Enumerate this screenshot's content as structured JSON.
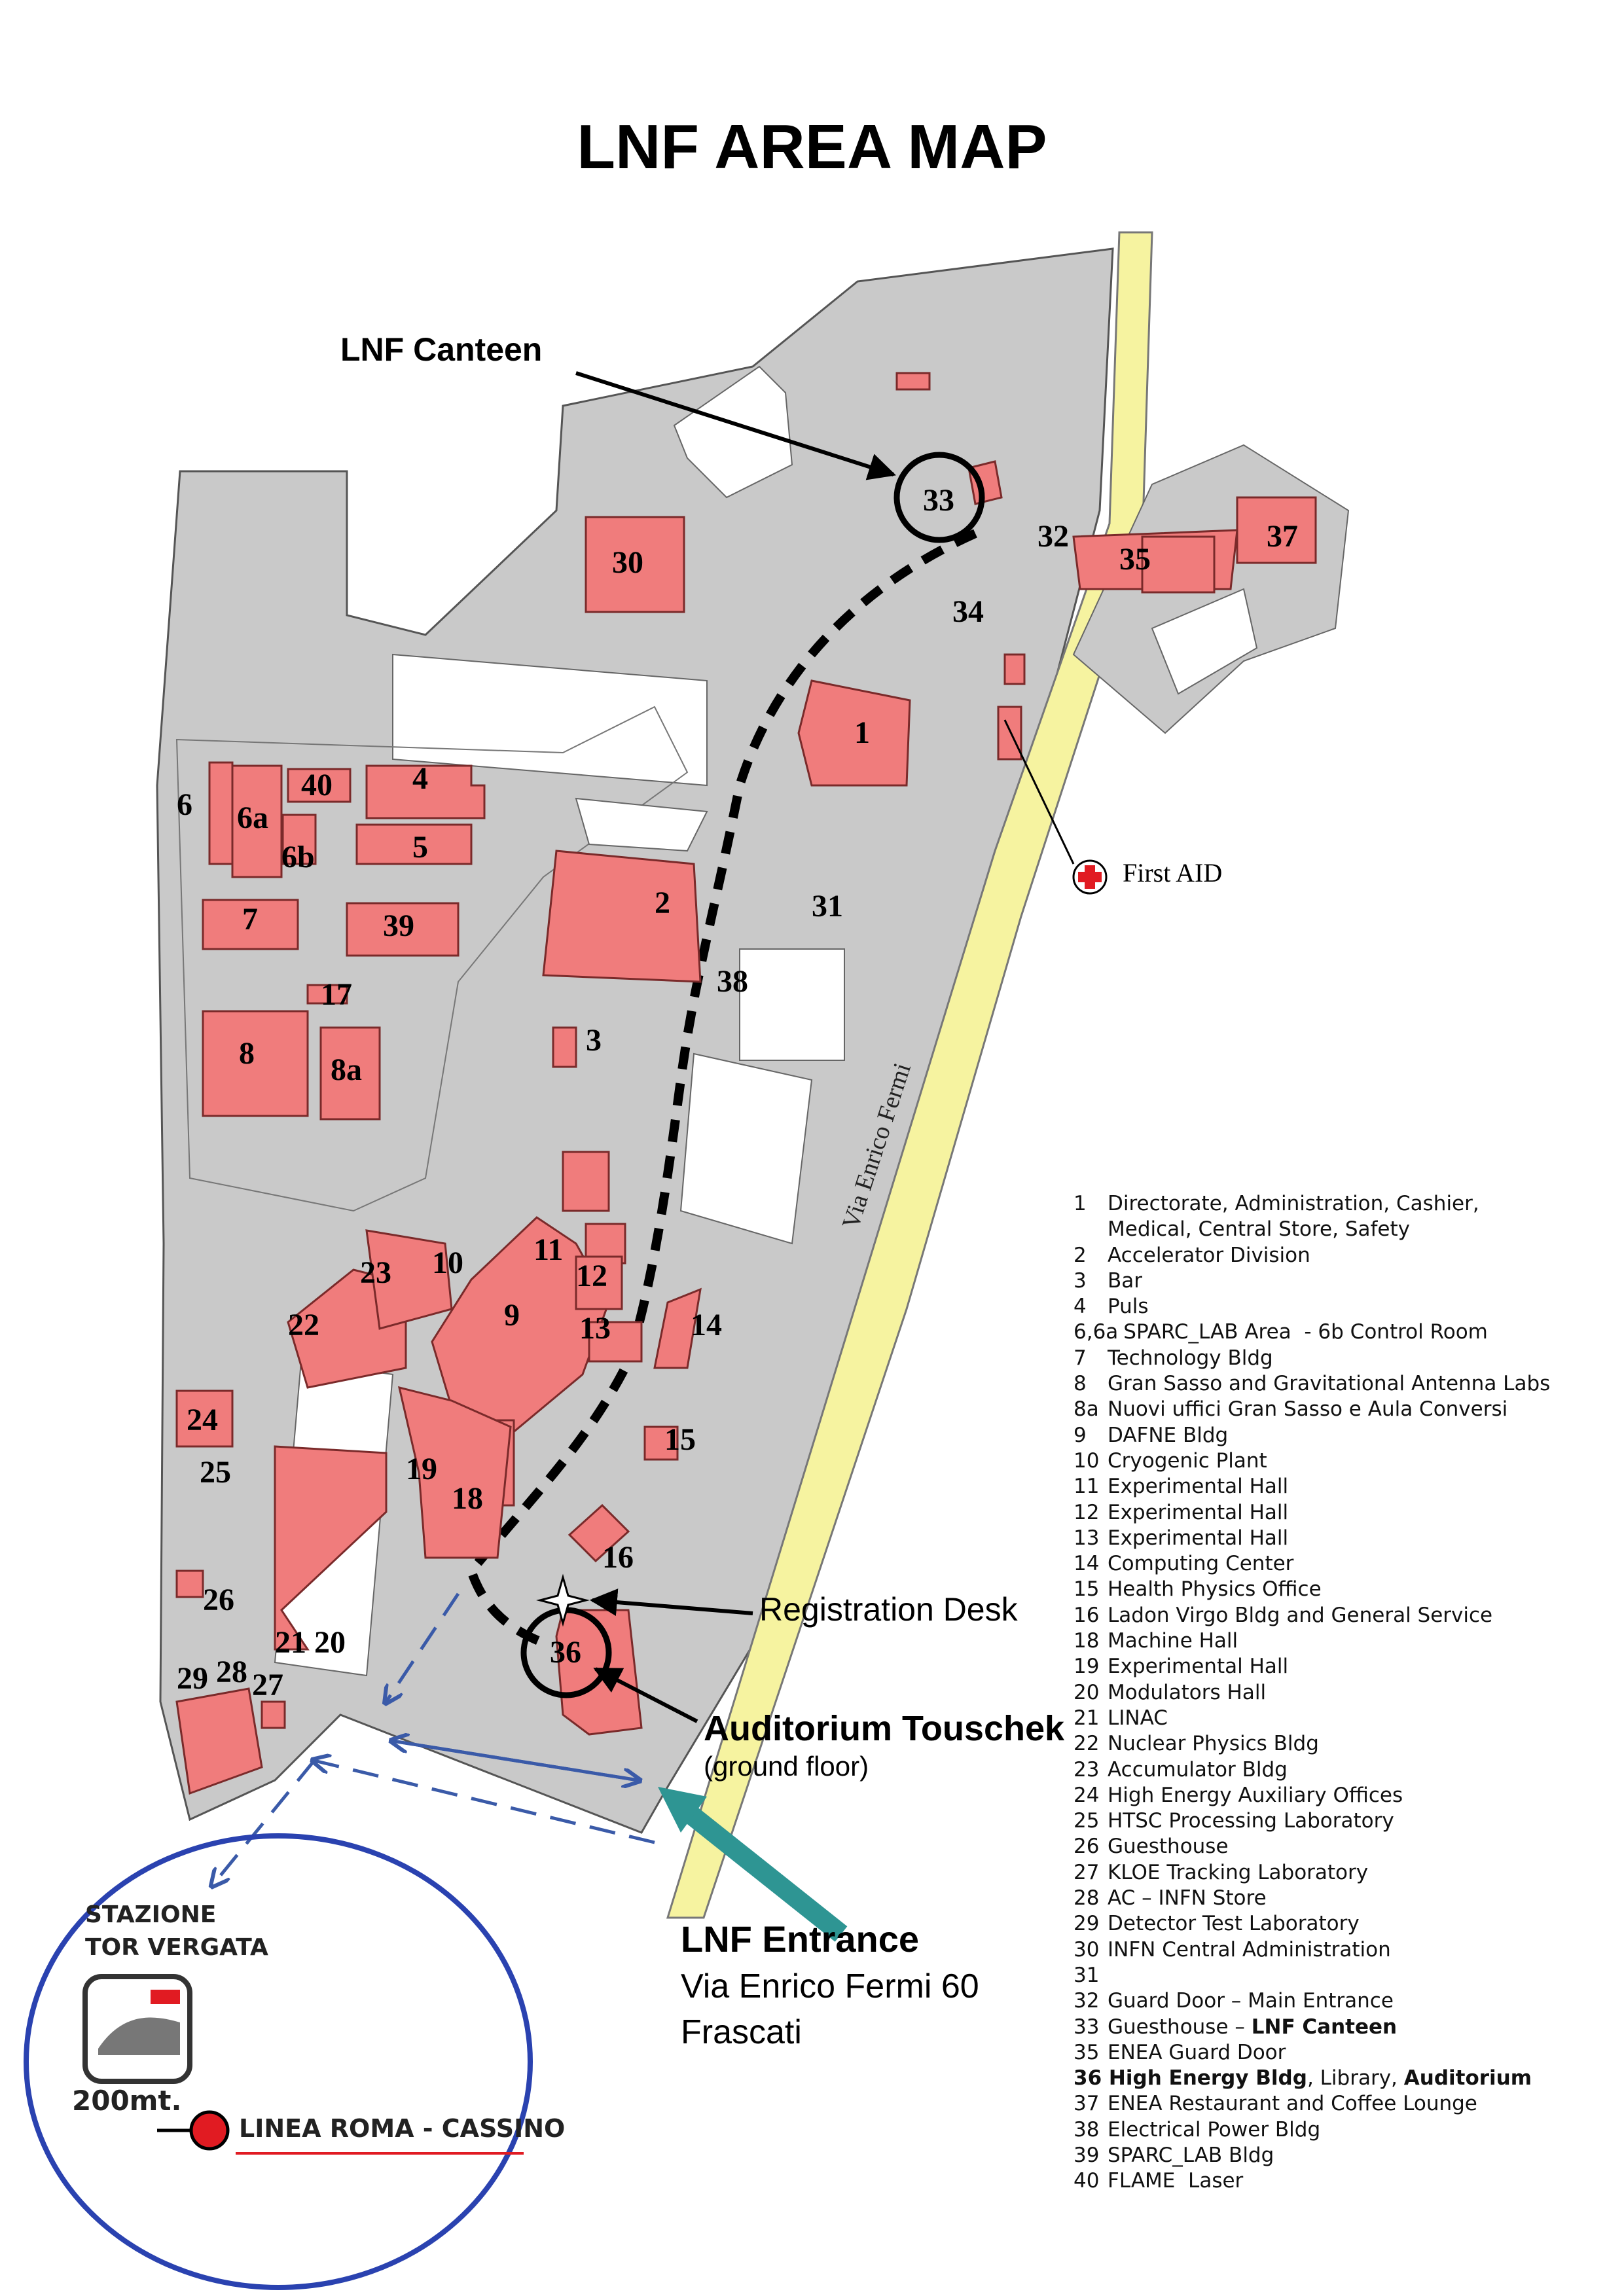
{
  "title": "LNF AREA MAP",
  "colors": {
    "building": "#f07c7c",
    "building_stroke": "#7a2a2a",
    "ground": "#c9c9c9",
    "road": "#f6f3a0",
    "circle": "#2a42b0",
    "entrance_arrow": "#2e9593",
    "walk_path": "#000000",
    "route_arrow": "#3a5aa8"
  },
  "callouts": {
    "canteen": "LNF Canteen",
    "registration": "Registration Desk",
    "auditorium": "Auditorium Touschek",
    "auditorium_sub": "(ground floor)",
    "entrance": "LNF Entrance",
    "entrance_addr1": "Via Enrico Fermi 60",
    "entrance_addr2": "Frascati",
    "first_aid": "First AID"
  },
  "road_label": "Via Enrico Fermi",
  "station": {
    "name1": "STAZIONE",
    "name2": "TOR VERGATA",
    "distance": "200mt.",
    "line": "LINEA ROMA - CASSINO"
  },
  "buildings": [
    {
      "num": "1",
      "label": "1"
    },
    {
      "num": "2",
      "label": "2"
    },
    {
      "num": "3",
      "label": "3"
    },
    {
      "num": "4",
      "label": "4"
    },
    {
      "num": "5",
      "label": "5"
    },
    {
      "num": "6",
      "label": "6"
    },
    {
      "num": "6a",
      "label": "6a"
    },
    {
      "num": "6b",
      "label": "6b"
    },
    {
      "num": "7",
      "label": "7"
    },
    {
      "num": "8",
      "label": "8"
    },
    {
      "num": "8a",
      "label": "8a"
    },
    {
      "num": "9",
      "label": "9"
    },
    {
      "num": "10",
      "label": "10"
    },
    {
      "num": "11",
      "label": "11"
    },
    {
      "num": "12",
      "label": "12"
    },
    {
      "num": "13",
      "label": "13"
    },
    {
      "num": "14",
      "label": "14"
    },
    {
      "num": "15",
      "label": "15"
    },
    {
      "num": "16",
      "label": "16"
    },
    {
      "num": "17",
      "label": "17"
    },
    {
      "num": "18",
      "label": "18"
    },
    {
      "num": "19",
      "label": "19"
    },
    {
      "num": "20",
      "label": "20"
    },
    {
      "num": "21",
      "label": "21"
    },
    {
      "num": "22",
      "label": "22"
    },
    {
      "num": "23",
      "label": "23"
    },
    {
      "num": "24",
      "label": "24"
    },
    {
      "num": "25",
      "label": "25"
    },
    {
      "num": "26",
      "label": "26"
    },
    {
      "num": "27",
      "label": "27"
    },
    {
      "num": "28",
      "label": "28"
    },
    {
      "num": "29",
      "label": "29"
    },
    {
      "num": "30",
      "label": "30"
    },
    {
      "num": "31",
      "label": "31"
    },
    {
      "num": "32",
      "label": "32"
    },
    {
      "num": "33",
      "label": "33"
    },
    {
      "num": "34",
      "label": "34"
    },
    {
      "num": "35",
      "label": "35"
    },
    {
      "num": "36",
      "label": "36"
    },
    {
      "num": "37",
      "label": "37"
    },
    {
      "num": "38",
      "label": "38"
    },
    {
      "num": "39",
      "label": "39"
    },
    {
      "num": "40",
      "label": "40"
    }
  ],
  "legend": [
    {
      "num": "1",
      "text": "Directorate, Administration, Cashier,"
    },
    {
      "num": "",
      "text": "Medical, Central Store, Safety",
      "indent": true
    },
    {
      "num": "2",
      "text": "Accelerator Division"
    },
    {
      "num": "3",
      "text": "Bar"
    },
    {
      "num": "4",
      "text": "Puls"
    },
    {
      "num": "6,6a",
      "text": "SPARC_LAB Area  - 6b Control Room",
      "wide": true
    },
    {
      "num": "7",
      "text": "Technology Bldg"
    },
    {
      "num": "8",
      "text": "Gran Sasso and Gravitational Antenna Labs"
    },
    {
      "num": "8a",
      "text": "Nuovi uffici Gran Sasso e Aula Conversi"
    },
    {
      "num": "9",
      "text": "DAFNE Bldg"
    },
    {
      "num": "10",
      "text": "Cryogenic Plant"
    },
    {
      "num": "11",
      "text": "Experimental Hall"
    },
    {
      "num": "12",
      "text": "Experimental Hall"
    },
    {
      "num": "13",
      "text": "Experimental Hall"
    },
    {
      "num": "14",
      "text": "Computing Center"
    },
    {
      "num": "15",
      "text": "Health Physics Office"
    },
    {
      "num": "16",
      "text": "Ladon Virgo Bldg and General Service"
    },
    {
      "num": "18",
      "text": "Machine Hall"
    },
    {
      "num": "19",
      "text": "Experimental Hall"
    },
    {
      "num": "20",
      "text": "Modulators Hall"
    },
    {
      "num": "21",
      "text": "LINAC"
    },
    {
      "num": "22",
      "text": "Nuclear Physics Bldg"
    },
    {
      "num": "23",
      "text": "Accumulator Bldg"
    },
    {
      "num": "24",
      "text": "High Energy Auxiliary Offices"
    },
    {
      "num": "25",
      "text": "HTSC Processing Laboratory"
    },
    {
      "num": "26",
      "text": "Guesthouse"
    },
    {
      "num": "27",
      "text": "KLOE Tracking Laboratory"
    },
    {
      "num": "28",
      "text": "AC – INFN Store"
    },
    {
      "num": "29",
      "text": "Detector Test Laboratory"
    },
    {
      "num": "30",
      "text": "INFN Central Administration"
    },
    {
      "num": "31",
      "text": ""
    },
    {
      "num": "32",
      "text": "Guard Door – Main Entrance"
    },
    {
      "num": "33",
      "text": "Guesthouse – ",
      "bold_tail": "LNF Canteen"
    },
    {
      "num": "35",
      "text": "ENEA Guard Door"
    },
    {
      "num": "36",
      "bold_head": "36 High Energy Bldg",
      "text": ", Library, ",
      "bold_tail": "Auditorium",
      "full": true
    },
    {
      "num": "37",
      "text": "ENEA Restaurant and Coffee Lounge"
    },
    {
      "num": "38",
      "text": "Electrical Power Bldg"
    },
    {
      "num": "39",
      "text": "SPARC_LAB Bldg"
    },
    {
      "num": "40",
      "text": "FLAME  Laser"
    }
  ]
}
